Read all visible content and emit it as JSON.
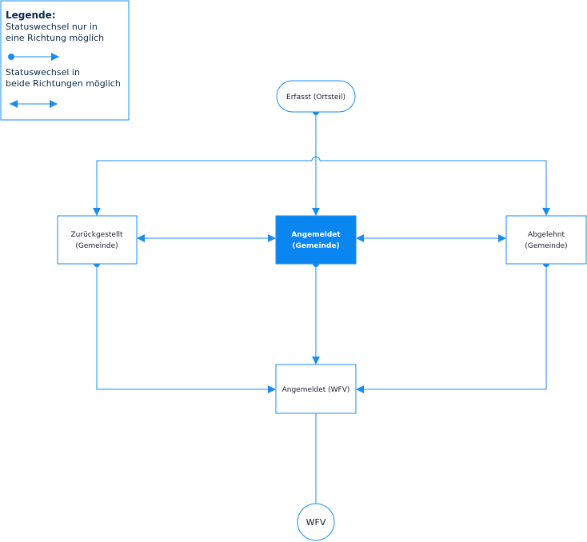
{
  "colors": {
    "accent": "#1a8cf0",
    "stroke": "#1a8cf0",
    "node_fill": "#ffffff",
    "active_fill": "#0a86f0",
    "text": "#1a1a2e",
    "legend_text": "#0d2a4a"
  },
  "legend": {
    "title": "Legende:",
    "one_way": [
      "Statuswechsel nur in",
      "eine Richtung möglich"
    ],
    "two_way": [
      "Statuswechsel in",
      "beide Richtungen möglich"
    ]
  },
  "nodes": {
    "erfasst": {
      "label": [
        "Erfasst (Ortsteil)"
      ]
    },
    "zurueckgestellt": {
      "label": [
        "Zurückgestellt",
        "(Gemeinde)"
      ]
    },
    "angemeldet_gemeinde": {
      "label": [
        "Angemeldet",
        "(Gemeinde)"
      ],
      "active": true
    },
    "abgelehnt": {
      "label": [
        "Abgelehnt",
        "(Gemeinde)"
      ]
    },
    "angemeldet_wfv": {
      "label": [
        "Angemeldet (WFV)"
      ]
    },
    "wfv": {
      "label": [
        "WFV"
      ]
    }
  },
  "edges": [
    {
      "from": "erfasst",
      "to": "angemeldet_gemeinde",
      "direction": "one-way"
    },
    {
      "from": "erfasst",
      "to": "zurueckgestellt",
      "direction": "one-way"
    },
    {
      "from": "erfasst",
      "to": "abgelehnt",
      "direction": "one-way"
    },
    {
      "from": "zurueckgestellt",
      "to": "angemeldet_gemeinde",
      "direction": "two-way"
    },
    {
      "from": "angemeldet_gemeinde",
      "to": "abgelehnt",
      "direction": "two-way"
    },
    {
      "from": "angemeldet_gemeinde",
      "to": "angemeldet_wfv",
      "direction": "one-way"
    },
    {
      "from": "zurueckgestellt",
      "to": "angemeldet_wfv",
      "direction": "one-way"
    },
    {
      "from": "abgelehnt",
      "to": "angemeldet_wfv",
      "direction": "one-way"
    },
    {
      "from": "angemeldet_wfv",
      "to": "wfv",
      "direction": "line"
    }
  ]
}
